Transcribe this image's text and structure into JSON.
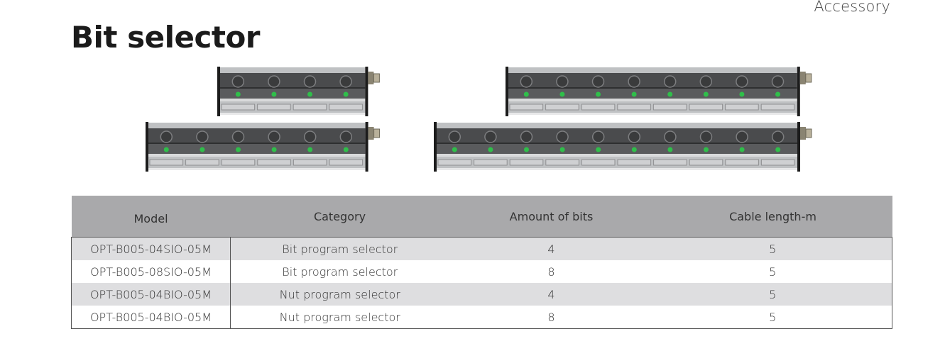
{
  "header": {
    "tag": "Accessory"
  },
  "page_title": "Bit selector",
  "figure": {
    "products": [
      {
        "bits": 4
      },
      {
        "bits": 8
      },
      {
        "bits": 6
      },
      {
        "bits": 10
      }
    ],
    "colors": {
      "body": "#4a4b4d",
      "frame": "#bfc1c3",
      "led": "#2fbf4a",
      "endcap": "#1c1c1c",
      "connector": "#b8b09a"
    }
  },
  "table": {
    "headers": [
      "Model",
      "Category",
      "Amount of bits",
      "Cable length-m"
    ],
    "rows": [
      [
        "OPT-B005-04SIO-05M",
        "Bit program selector",
        "4",
        "5"
      ],
      [
        "OPT-B005-08SIO-05M",
        "Bit program selector",
        "8",
        "5"
      ],
      [
        "OPT-B005-04BIO-05M",
        "Nut program selector",
        "4",
        "5"
      ],
      [
        "OPT-B005-04BIO-05M",
        "Nut program selector",
        "8",
        "5"
      ]
    ]
  }
}
